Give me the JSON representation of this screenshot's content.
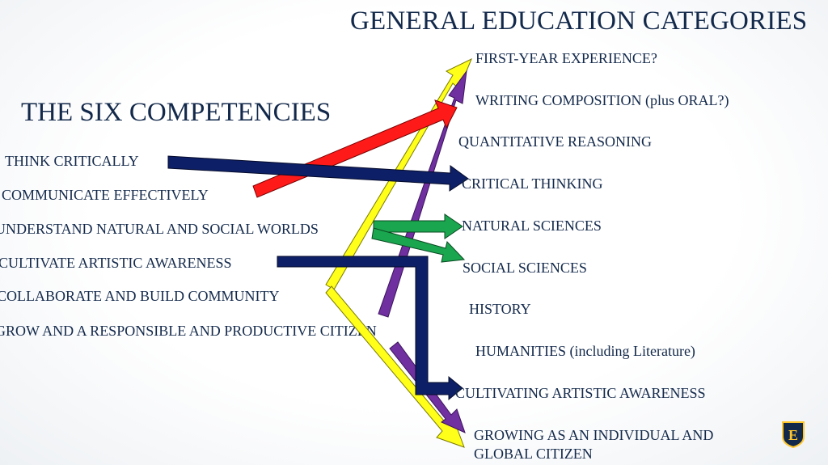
{
  "title": "GENERAL EDUCATION CATEGORIES",
  "subtitle": "THE SIX COMPETENCIES",
  "competencies": [
    "THINK CRITICALLY",
    "COMMUNICATE EFFECTIVELY",
    "UNDERSTAND NATURAL AND SOCIAL WORLDS",
    "CULTIVATE ARTISTIC AWARENESS",
    "COLLABORATE AND BUILD COMMUNITY",
    "GROW AND A RESPONSIBLE AND PRODUCTIVE CITIZEN"
  ],
  "categories": [
    "FIRST-YEAR EXPERIENCE?",
    "WRITING COMPOSITION (plus ORAL?)",
    "QUANTITATIVE REASONING",
    "CRITICAL THINKING",
    "NATURAL SCIENCES",
    "SOCIAL SCIENCES",
    "HISTORY",
    "HUMANITIES (including Literature)",
    "CULTIVATING ARTISTIC AWARENESS",
    "GROWING AS AN INDIVIDUAL AND GLOBAL CITIZEN"
  ],
  "logo_letter": "E",
  "colors": {
    "text": "#13294b",
    "navy_arrow": "#0d1f66",
    "red_arrow": "#ff1a1a",
    "yellow_arrow": "#ffff1a",
    "purple_arrow": "#7030a0",
    "green_arrow": "#1aa64f",
    "logo_gold": "#ffc72c"
  }
}
